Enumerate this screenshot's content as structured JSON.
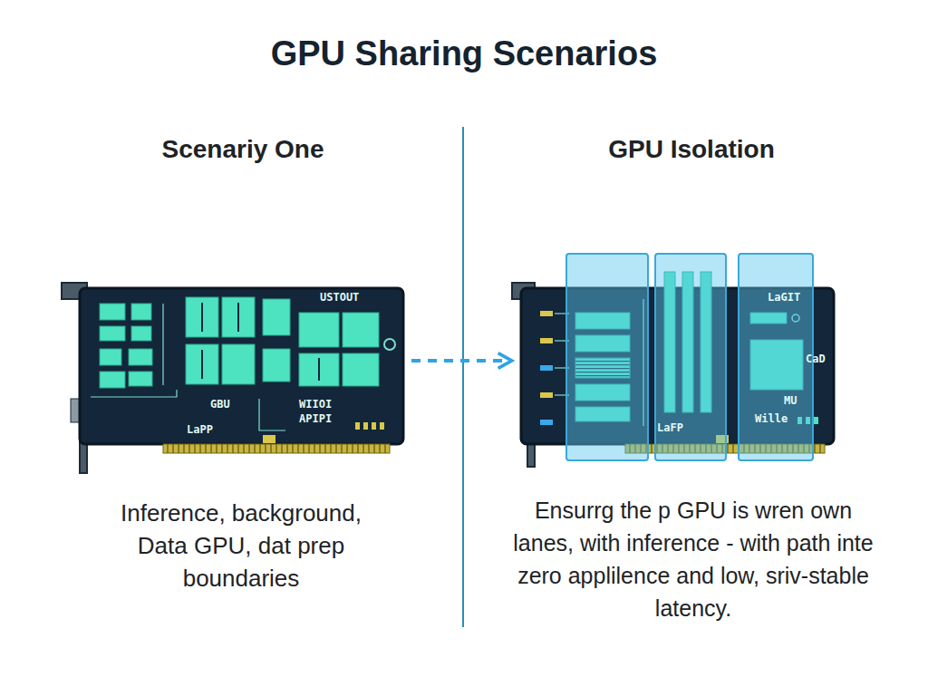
{
  "diagram": {
    "title": "GPU Sharing Scenarios",
    "nodes": [
      {
        "text": [
          "USTOUT",
          "GBU",
          "WIIOI",
          "APIPI",
          "LaPP"
        ]
      },
      {
        "text": [
          "LaGIT",
          "CaD",
          "MU",
          "Wille",
          "LaFP"
        ]
      }
    ],
    "edges": [
      {
        "from": 0,
        "to": 1,
        "arrow": "to"
      }
    ],
    "labels": [
      "Scenariy One",
      "GPU Isolation",
      "Inference, background, Data GPU, dat prep boundaries",
      "Ensurrg the p GPU is wren own lanes, with inference - with path inte zero applilence and low, sriv-stable latency."
    ]
  }
}
